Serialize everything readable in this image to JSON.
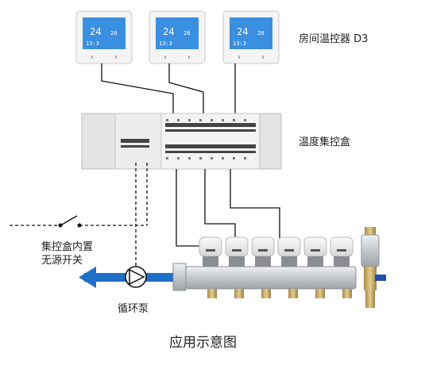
{
  "labels": {
    "thermostat": "房间温控器 D3",
    "control_box": "温度集控盒",
    "switch_line1": "集控盒内置",
    "switch_line2": "无源开关",
    "pump": "循环泵",
    "caption": "应用示意图"
  },
  "thermostat_display": {
    "temp": "24",
    "set": "20",
    "time": "13:3"
  },
  "colors": {
    "pipe_blue": "#1d6fc7",
    "lcd_blue": "#3a8fe0",
    "manifold": "#c9ccd0",
    "panel": "#f0f0f0"
  }
}
